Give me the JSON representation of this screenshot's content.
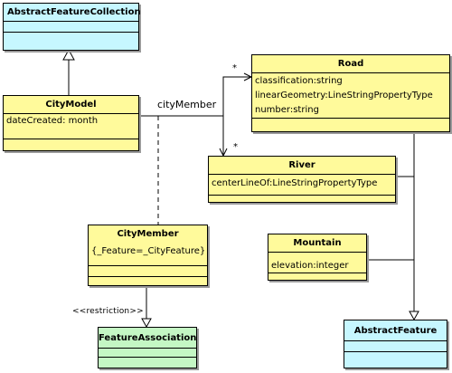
{
  "classes": {
    "abstract_feature_collection": {
      "name": "AbstractFeatureCollection"
    },
    "city_model": {
      "name": "CityModel",
      "attributes": [
        "dateCreated: month"
      ]
    },
    "road": {
      "name": "Road",
      "attributes": [
        "classification:string",
        "linearGeometry:LineStringPropertyType",
        "number:string"
      ]
    },
    "river": {
      "name": "River",
      "attributes": [
        "centerLineOf:LineStringPropertyType"
      ]
    },
    "city_member": {
      "name": "CityMember",
      "attributes": [
        "{_Feature=_CityFeature}"
      ]
    },
    "mountain": {
      "name": "Mountain",
      "attributes": [
        "elevation:integer"
      ]
    },
    "feature_association": {
      "name": "FeatureAssociation"
    },
    "abstract_feature": {
      "name": "AbstractFeature"
    }
  },
  "labels": {
    "association_name": "cityMember",
    "multiplicity_road": "*",
    "multiplicity_river": "*",
    "stereotype": "<<restriction>>"
  },
  "colors": {
    "class_fill": "#fffa9b",
    "abstract_fill": "#c6f7ff",
    "association_fill": "#c4f7c4",
    "line": "#000000"
  }
}
